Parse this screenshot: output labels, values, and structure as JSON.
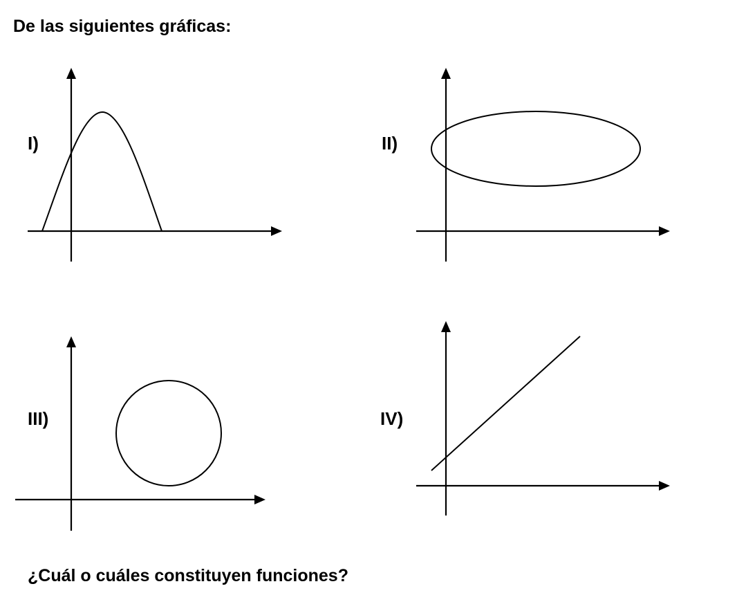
{
  "heading": "De las siguientes gráficas:",
  "graphs": [
    {
      "id": "I",
      "label": "I)",
      "shape": "parabola"
    },
    {
      "id": "II",
      "label": "II)",
      "shape": "ellipse"
    },
    {
      "id": "III",
      "label": "III)",
      "shape": "circle"
    },
    {
      "id": "IV",
      "label": "IV)",
      "shape": "line"
    }
  ],
  "question": "¿Cuál o cuáles constituyen funciones?"
}
